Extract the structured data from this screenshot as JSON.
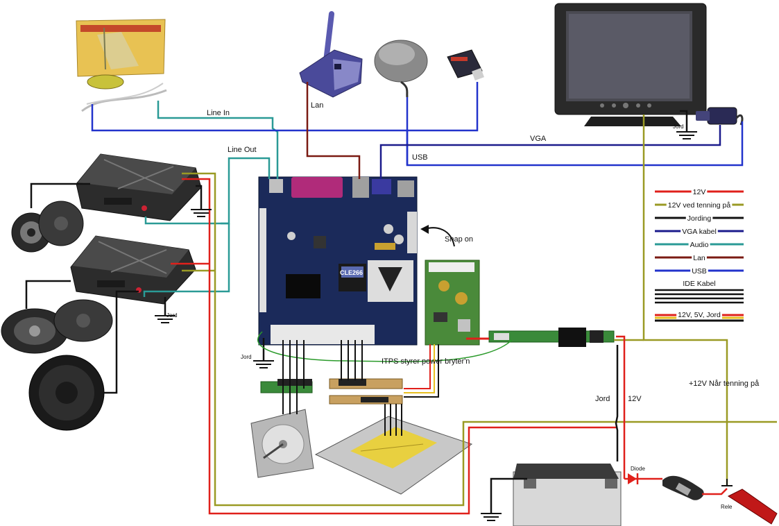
{
  "labels": {
    "line_in": "Line In",
    "line_out": "Line Out",
    "lan": "Lan",
    "vga": "VGA",
    "usb": "USB",
    "snap_on": "Snap on",
    "jord": "Jord",
    "itps": "ITPS styrer power bryter'n",
    "twelve_v": "12V",
    "plus12v_tenning": "+12V Når tenning på",
    "diode": "Diode",
    "rele": "Rele",
    "board_chip": "CLE266"
  },
  "legend": {
    "items": [
      {
        "label": "12V",
        "color": "#e0201b"
      },
      {
        "label": "12V ved tenning på",
        "color": "#9a9a24"
      },
      {
        "label": "Jording",
        "color": "#111111"
      },
      {
        "label": "VGA kabel",
        "color": "#1b1b8c"
      },
      {
        "label": "Audio",
        "color": "#2a9a96"
      },
      {
        "label": "Lan",
        "color": "#7a1a12"
      },
      {
        "label": "USB",
        "color": "#2233cc"
      }
    ],
    "ide_label": "IDE Kabel",
    "power_label": "12V, 5V, Jord"
  },
  "colors": {
    "power_12v": "#e0201b",
    "ignition": "#9a9a24",
    "ground": "#111111",
    "vga": "#1b1b8c",
    "audio": "#2a9a96",
    "lan": "#7a1a12",
    "usb": "#2233cc",
    "itps_wire": "#2a9a2a"
  },
  "components": {
    "antenna_box": "gps-antenna-kit",
    "router": "wireless-router",
    "gps_puck": "gps-receiver",
    "usb_stick": "usb-dongle",
    "monitor": "touch-monitor",
    "amplifier": "car-amplifier",
    "motherboard": "mini-itx-motherboard",
    "psu": "dc-dc-power-supply",
    "hdd": "hard-disk",
    "dvd": "dvd-drive",
    "battery": "car-battery",
    "fuse": "fuse-holder"
  }
}
